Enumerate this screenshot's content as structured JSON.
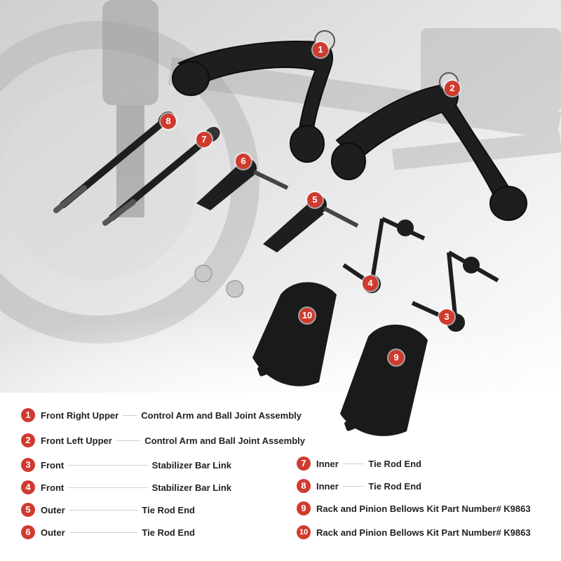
{
  "parts": [
    {
      "num": "1",
      "name": "Front Right Upper",
      "desc": "Control Arm and Ball Joint Assembly"
    },
    {
      "num": "2",
      "name": "Front Left Upper",
      "desc": "Control Arm and Ball Joint Assembly"
    },
    {
      "num": "3",
      "name": "Front",
      "desc": "Stabilizer Bar Link"
    },
    {
      "num": "4",
      "name": "Front",
      "desc": "Stabilizer Bar Link"
    },
    {
      "num": "5",
      "name": "Outer",
      "desc": "Tie Rod End"
    },
    {
      "num": "6",
      "name": "Outer",
      "desc": "Tie Rod End"
    },
    {
      "num": "7",
      "name": "Inner",
      "desc": "Tie Rod End"
    },
    {
      "num": "8",
      "name": "Inner",
      "desc": "Tie Rod End"
    },
    {
      "num": "9",
      "name": "Rack and Pinion Bellows Kit Part Number# K9863",
      "desc": ""
    },
    {
      "num": "10",
      "name": "Rack and Pinion Bellows Kit Part Number# K9863",
      "desc": ""
    }
  ],
  "colors": {
    "badge": "#d03a2e",
    "text": "#222222",
    "part": "#1b1b1b",
    "background_scene": "#d9d9d9"
  }
}
